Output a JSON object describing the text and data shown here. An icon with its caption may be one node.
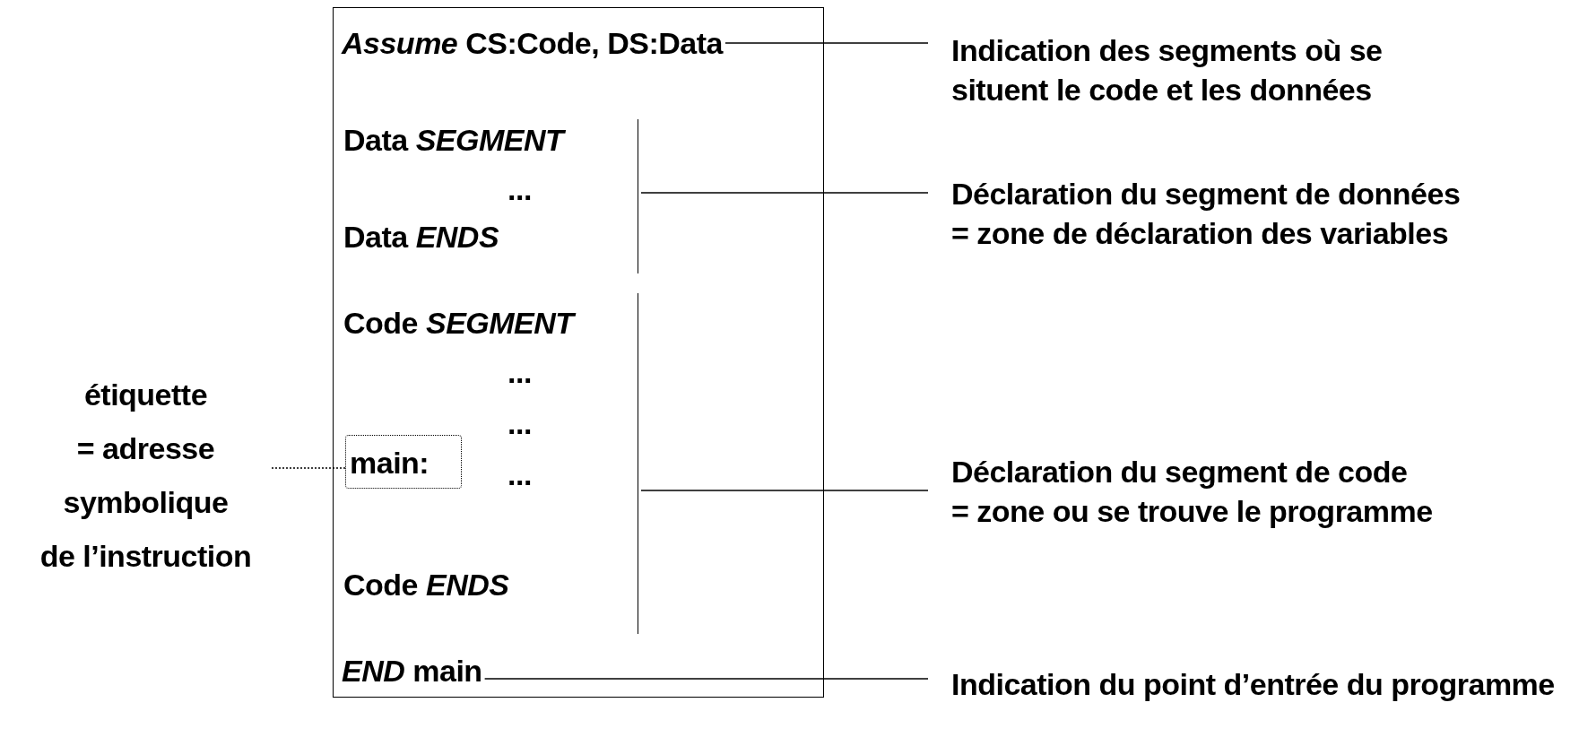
{
  "diagram": {
    "nodes": [
      {
        "text": [],
        "shape": "box"
      },
      {
        "text": [
          "*Assume* CS:Code, DS:Data"
        ],
        "in": 0
      },
      {
        "text": [
          "Data *SEGMENT*",
          "...",
          "Data *ENDS*"
        ],
        "in": 0
      },
      {
        "text": [
          "Code *SEGMENT*",
          "...",
          "...",
          "...",
          "Code *ENDS*"
        ],
        "in": 0
      },
      {
        "text": [
          "main:"
        ],
        "in": 3
      },
      {
        "text": [
          "*END* main"
        ],
        "in": 0
      },
      {
        "text": [
          "Indication des segments où se situent le code et les données"
        ]
      },
      {
        "text": [
          "Déclaration du segment de données = zone de déclaration des variables"
        ]
      },
      {
        "text": [
          "Déclaration du segment de code = zone ou se trouve le programme"
        ]
      },
      {
        "text": [
          "Indication du point d’entrée du programme"
        ]
      },
      {
        "text": [
          "étiquette = adresse symbolique de l’instruction"
        ]
      }
    ],
    "edges": [
      {
        "from": 1,
        "to": 6,
        "arrow": "none"
      },
      {
        "from": 2,
        "to": 7,
        "arrow": "none"
      },
      {
        "from": 3,
        "to": 8,
        "arrow": "none"
      },
      {
        "from": 5,
        "to": 9,
        "arrow": "none"
      },
      {
        "from": 10,
        "to": 4,
        "arrow": "none",
        "style": "dashed"
      }
    ]
  }
}
